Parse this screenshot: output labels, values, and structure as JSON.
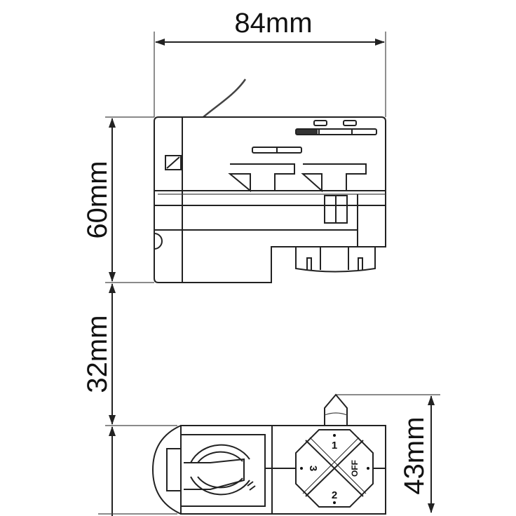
{
  "dimensions": {
    "width": "84mm",
    "height": "60mm",
    "depth": "32mm",
    "total_height": "43mm"
  },
  "switch_positions": {
    "top": "1",
    "bottom": "2",
    "left": "3",
    "right": "OFF"
  },
  "colors": {
    "line": "#222222",
    "background": "#ffffff"
  }
}
